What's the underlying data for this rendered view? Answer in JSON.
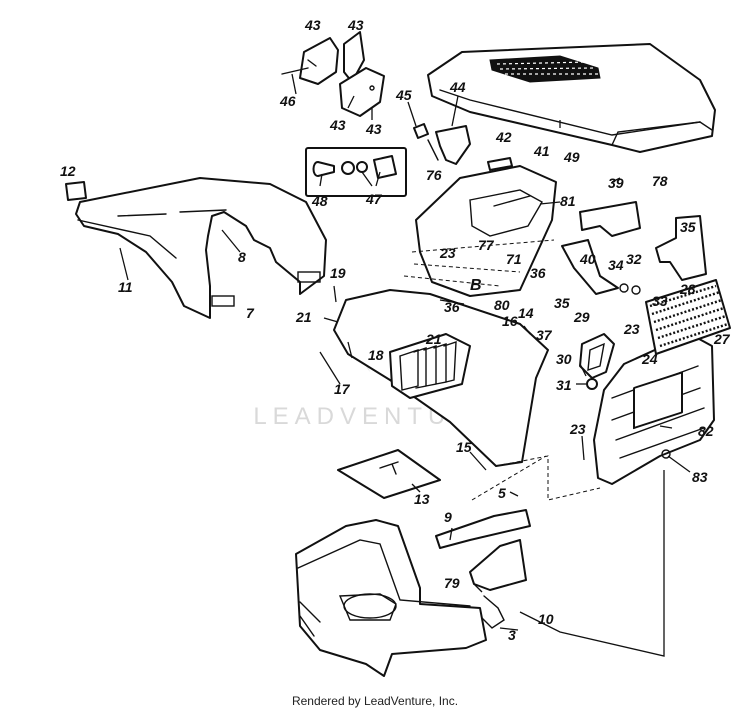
{
  "watermark": "LEADVENTURE",
  "footer": "Rendered by LeadVenture, Inc.",
  "callouts": [
    "43",
    "43",
    "46",
    "43",
    "43",
    "45",
    "44",
    "42",
    "76",
    "48",
    "47",
    "41",
    "49",
    "81",
    "78",
    "39",
    "35",
    "12",
    "8",
    "11",
    "7",
    "23",
    "77",
    "71",
    "B",
    "36",
    "40",
    "34",
    "32",
    "19",
    "21",
    "36",
    "80",
    "35",
    "33",
    "28",
    "29",
    "21",
    "16",
    "14",
    "37",
    "18",
    "17",
    "30",
    "23",
    "24",
    "27",
    "31",
    "23",
    "82",
    "15",
    "83",
    "13",
    "5",
    "9",
    "79",
    "10",
    "3"
  ],
  "colors": {
    "ink": "#111111",
    "paper": "#ffffff",
    "watermark": "#d9d9d9"
  },
  "icons": [
    "leadventure-flame-logo"
  ]
}
